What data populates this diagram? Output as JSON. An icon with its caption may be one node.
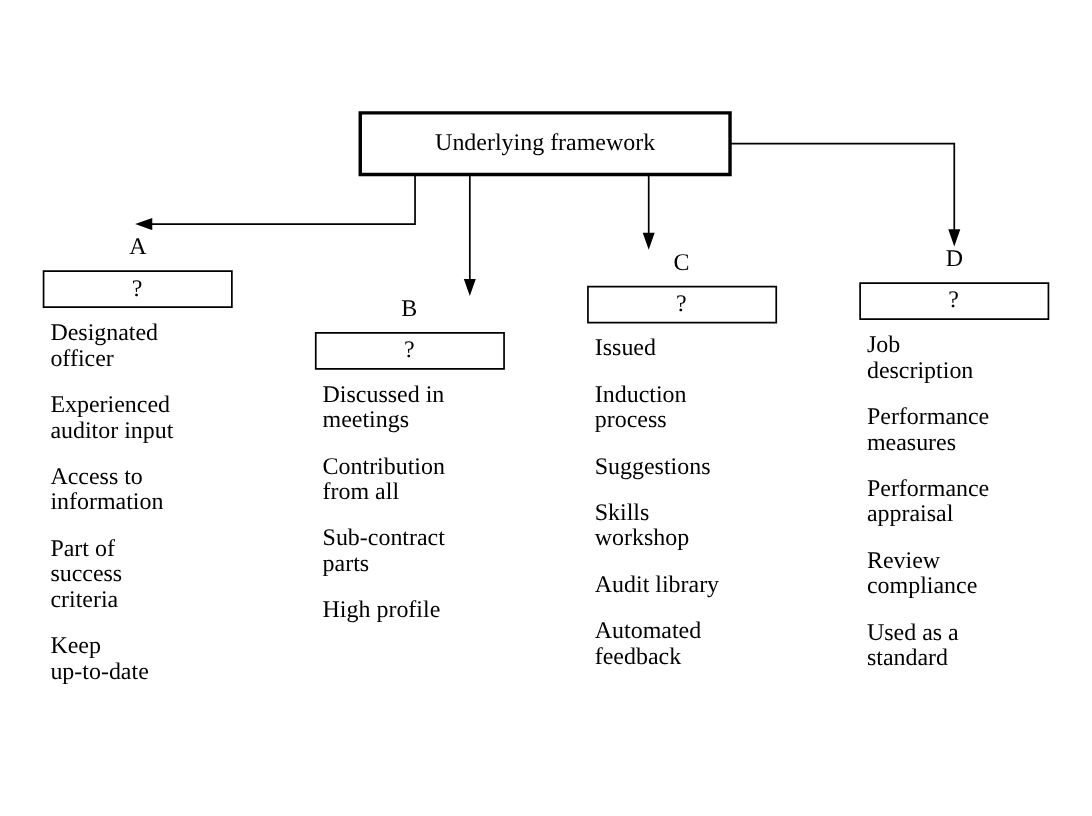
{
  "diagram": {
    "nodes": [
      {
        "text": [
          "Underlying framework"
        ]
      },
      {
        "text": [
          "A",
          "?"
        ],
        "beside": [
          "Designated officer",
          "Experienced auditor input",
          "Access to information",
          "Part of success criteria",
          "Keep up-to-date"
        ]
      },
      {
        "text": [
          "B",
          "?"
        ],
        "beside": [
          "Discussed in meetings",
          "Contribution from all",
          "Sub-contract parts",
          "High profile"
        ]
      },
      {
        "text": [
          "C",
          "?"
        ],
        "beside": [
          "Issued",
          "Induction process",
          "Suggestions",
          "Skills workshop",
          "Audit library",
          "Automated feedback"
        ]
      },
      {
        "text": [
          "D",
          "?"
        ],
        "beside": [
          "Job description",
          "Performance measures",
          "Performance appraisal",
          "Review compliance",
          "Used as a standard"
        ]
      }
    ],
    "edges": [
      {
        "from": 0,
        "to": 1,
        "arrow": "to"
      },
      {
        "from": 0,
        "to": 2,
        "arrow": "to"
      },
      {
        "from": 0,
        "to": 3,
        "arrow": "to"
      },
      {
        "from": 0,
        "to": 4,
        "arrow": "to"
      }
    ]
  }
}
